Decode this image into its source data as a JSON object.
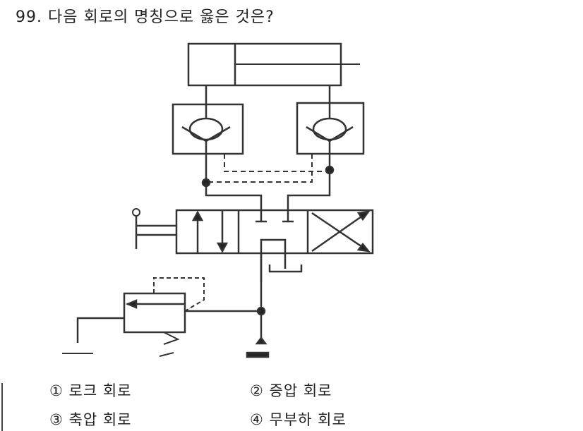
{
  "question": {
    "number": "99.",
    "text": "다음 회로의 명칭으로 옳은 것은?"
  },
  "diagram": {
    "description": "hydraulic circuit: double-acting cylinder, two pilot-operated check valves, 4/3 manually operated directional valve (tandem center), relief valve, pump, tank",
    "line_color": "#333333"
  },
  "choices": [
    {
      "marker": "①",
      "label": "로크 회로"
    },
    {
      "marker": "②",
      "label": "증압 회로"
    },
    {
      "marker": "③",
      "label": "축압 회로"
    },
    {
      "marker": "④",
      "label": "무부하 회로"
    }
  ]
}
